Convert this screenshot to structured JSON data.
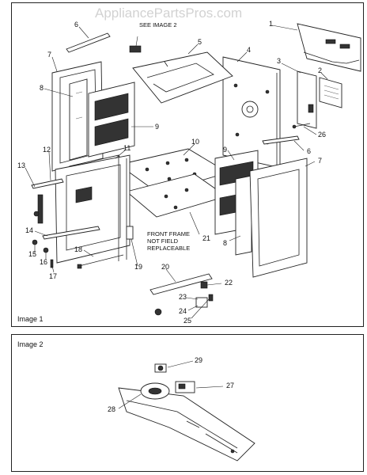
{
  "watermark": "AppliancePartsPros.com",
  "image1": {
    "caption": "Image 1",
    "see_image_note": "SEE IMAGE 2",
    "front_frame_note": [
      "FRONT FRAME",
      "NOT FIELD",
      "REPLACEABLE"
    ],
    "callouts": [
      "1",
      "2",
      "3",
      "4",
      "5",
      "6",
      "7",
      "8",
      "9",
      "10",
      "11",
      "12",
      "13",
      "14",
      "15",
      "16",
      "17",
      "18",
      "19",
      "20",
      "21",
      "22",
      "23",
      "24",
      "25",
      "26",
      "6",
      "7",
      "8",
      "9"
    ]
  },
  "image2": {
    "caption": "Image 2",
    "callouts": [
      "27",
      "28",
      "29"
    ]
  }
}
